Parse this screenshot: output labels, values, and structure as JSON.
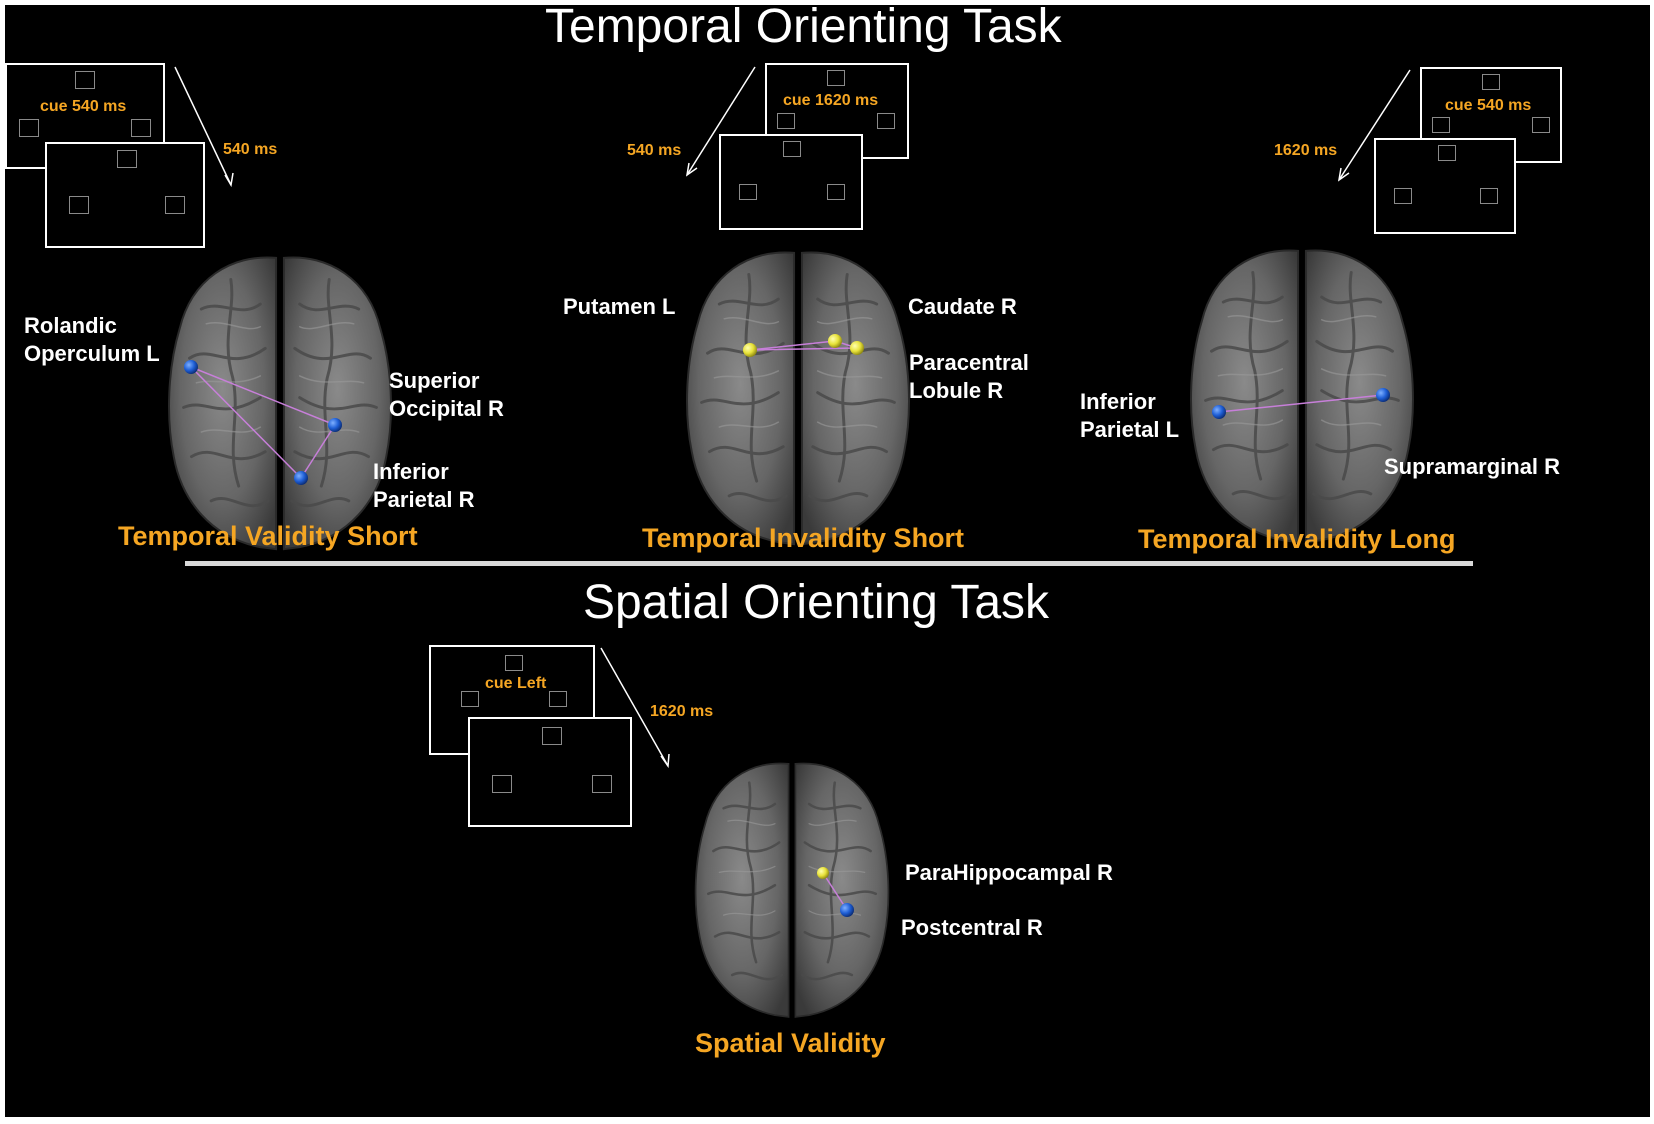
{
  "temporal_task": {
    "title": "Temporal Orienting Task",
    "panels": [
      {
        "condition": "Temporal Validity Short",
        "cue_label": "cue 540 ms",
        "delay_label": "540 ms",
        "regions": [
          "Rolandic\nOperculum L",
          "Superior\nOccipital R",
          "Inferior\nParietal R"
        ]
      },
      {
        "condition": "Temporal Invalidity Short",
        "cue_label": "cue 1620 ms",
        "delay_label": "540 ms",
        "regions": [
          "Putamen L",
          "Caudate R",
          "Paracentral\nLobule R"
        ]
      },
      {
        "condition": "Temporal Invalidity Long",
        "cue_label": "cue 540 ms",
        "delay_label": "1620 ms",
        "regions": [
          "Inferior\nParietal L",
          "Supramarginal R"
        ]
      }
    ]
  },
  "spatial_task": {
    "title": "Spatial Orienting Task",
    "panel": {
      "condition": "Spatial Validity",
      "cue_label": "cue Left",
      "delay_label": "1620 ms",
      "regions": [
        "ParaHippocampal R",
        "Postcentral R"
      ]
    }
  },
  "colors": {
    "background": "#000000",
    "condition_label": "#f5a623",
    "cue_label": "#f5a623",
    "node_blue": "#1f5fd6",
    "node_yellow": "#e8e23a",
    "edge": "#c77fd9"
  }
}
